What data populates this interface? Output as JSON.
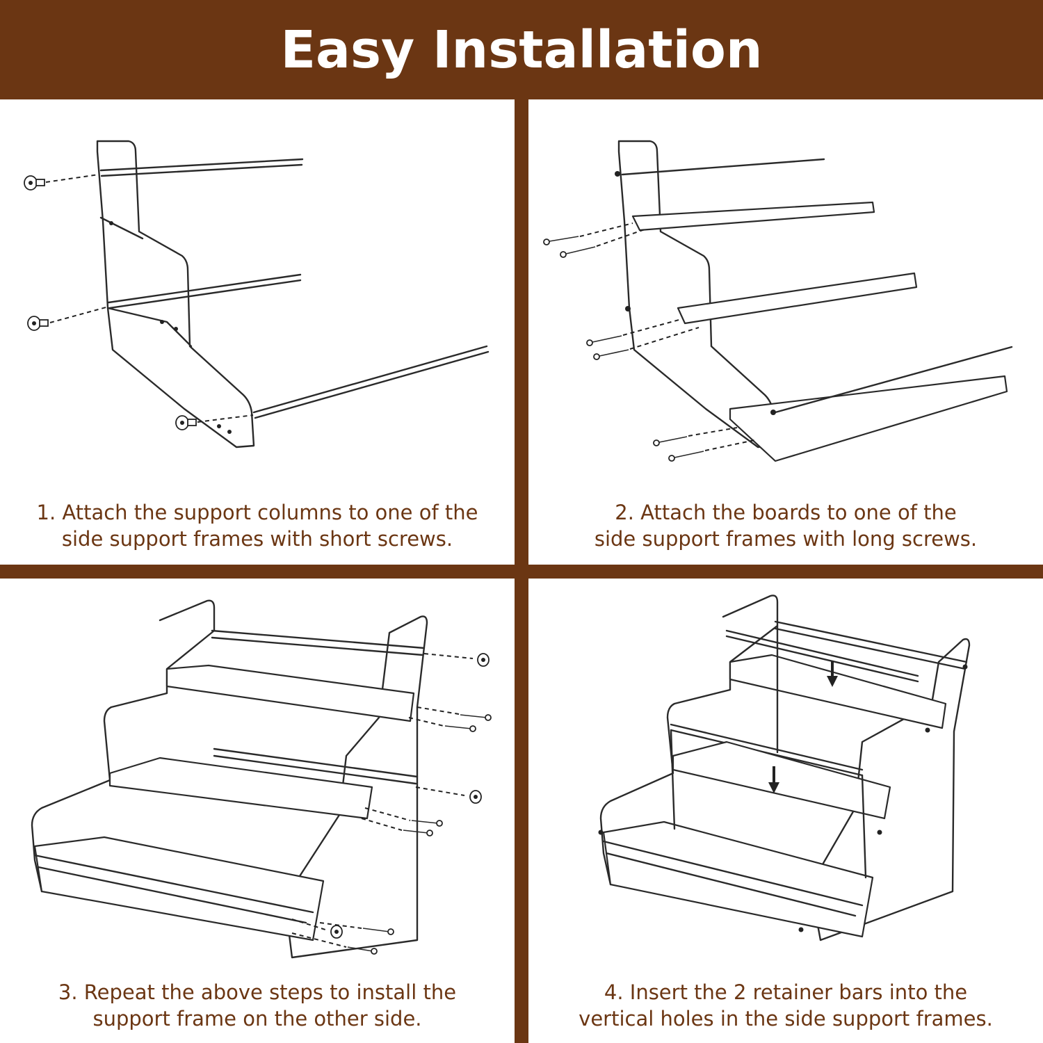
{
  "header": {
    "title": "Easy Installation"
  },
  "steps": [
    {
      "line1": "1. Attach the support columns to one of the",
      "line2": "side support frames with short screws."
    },
    {
      "line1": "2. Attach the boards to one of the",
      "line2": "side support frames with long screws."
    },
    {
      "line1": "3. Repeat the above steps to install the",
      "line2": "support frame on the other side."
    },
    {
      "line1": "4. Insert the 2 retainer bars into the",
      "line2": "vertical holes in the side support frames."
    }
  ],
  "colors": {
    "brand_brown": "#6b3613",
    "panel_bg": "#ffffff",
    "line_art": "#2a2a2a"
  },
  "icons": [
    "short-screw-icon",
    "long-screw-icon",
    "down-arrow-icon"
  ]
}
